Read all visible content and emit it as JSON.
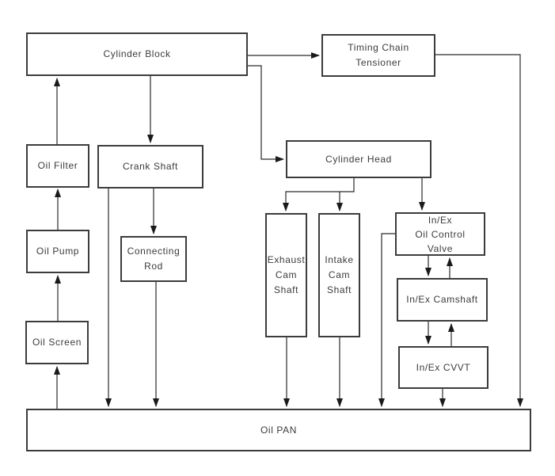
{
  "diagram": {
    "description": "Engine oil flow block diagram",
    "colors": {
      "background": "#ffffff",
      "box_border": "#3c3c3c",
      "edge_line": "#2a2a2a",
      "text": "#3b3b3b"
    },
    "nodes": {
      "cylinder_block": {
        "lines": [
          "Cylinder Block"
        ]
      },
      "timing_chain_tensioner": {
        "lines": [
          "Timing Chain",
          "Tensioner"
        ]
      },
      "oil_filter": {
        "lines": [
          "Oil Filter"
        ]
      },
      "crank_shaft": {
        "lines": [
          "Crank Shaft"
        ]
      },
      "cylinder_head": {
        "lines": [
          "Cylinder Head"
        ]
      },
      "oil_pump": {
        "lines": [
          "Oil Pump"
        ]
      },
      "connecting_rod": {
        "lines": [
          "Connecting",
          "Rod"
        ]
      },
      "exhaust_cam_shaft": {
        "lines": [
          "Exhaust",
          "Cam",
          "Shaft"
        ]
      },
      "intake_cam_shaft": {
        "lines": [
          "Intake",
          "Cam",
          "Shaft"
        ]
      },
      "inex_oil_control_valve": {
        "lines": [
          "In/Ex",
          "Oil Control",
          "Valve"
        ]
      },
      "inex_camshaft": {
        "lines": [
          "In/Ex Camshaft"
        ]
      },
      "inex_cvvt": {
        "lines": [
          "In/Ex CVVT"
        ]
      },
      "oil_screen": {
        "lines": [
          "Oil Screen"
        ]
      },
      "oil_pan": {
        "lines": [
          "Oil PAN"
        ]
      }
    },
    "edges": [
      {
        "from": "oil_pan",
        "to": "oil_screen"
      },
      {
        "from": "oil_screen",
        "to": "oil_pump"
      },
      {
        "from": "oil_pump",
        "to": "oil_filter"
      },
      {
        "from": "oil_filter",
        "to": "cylinder_block"
      },
      {
        "from": "cylinder_block",
        "to": "timing_chain_tensioner"
      },
      {
        "from": "cylinder_block",
        "to": "crank_shaft"
      },
      {
        "from": "cylinder_block",
        "to": "cylinder_head"
      },
      {
        "from": "crank_shaft",
        "to": "connecting_rod"
      },
      {
        "from": "crank_shaft",
        "to": "oil_pan"
      },
      {
        "from": "connecting_rod",
        "to": "oil_pan"
      },
      {
        "from": "timing_chain_tensioner",
        "to": "oil_pan"
      },
      {
        "from": "cylinder_head",
        "to": "exhaust_cam_shaft"
      },
      {
        "from": "cylinder_head",
        "to": "intake_cam_shaft"
      },
      {
        "from": "cylinder_head",
        "to": "inex_oil_control_valve"
      },
      {
        "from": "exhaust_cam_shaft",
        "to": "oil_pan"
      },
      {
        "from": "intake_cam_shaft",
        "to": "oil_pan"
      },
      {
        "from": "inex_oil_control_valve",
        "to": "inex_camshaft"
      },
      {
        "from": "inex_camshaft",
        "to": "inex_oil_control_valve"
      },
      {
        "from": "inex_camshaft",
        "to": "inex_cvvt"
      },
      {
        "from": "inex_cvvt",
        "to": "inex_camshaft"
      },
      {
        "from": "inex_oil_control_valve",
        "to": "oil_pan"
      },
      {
        "from": "inex_cvvt",
        "to": "oil_pan"
      }
    ]
  }
}
